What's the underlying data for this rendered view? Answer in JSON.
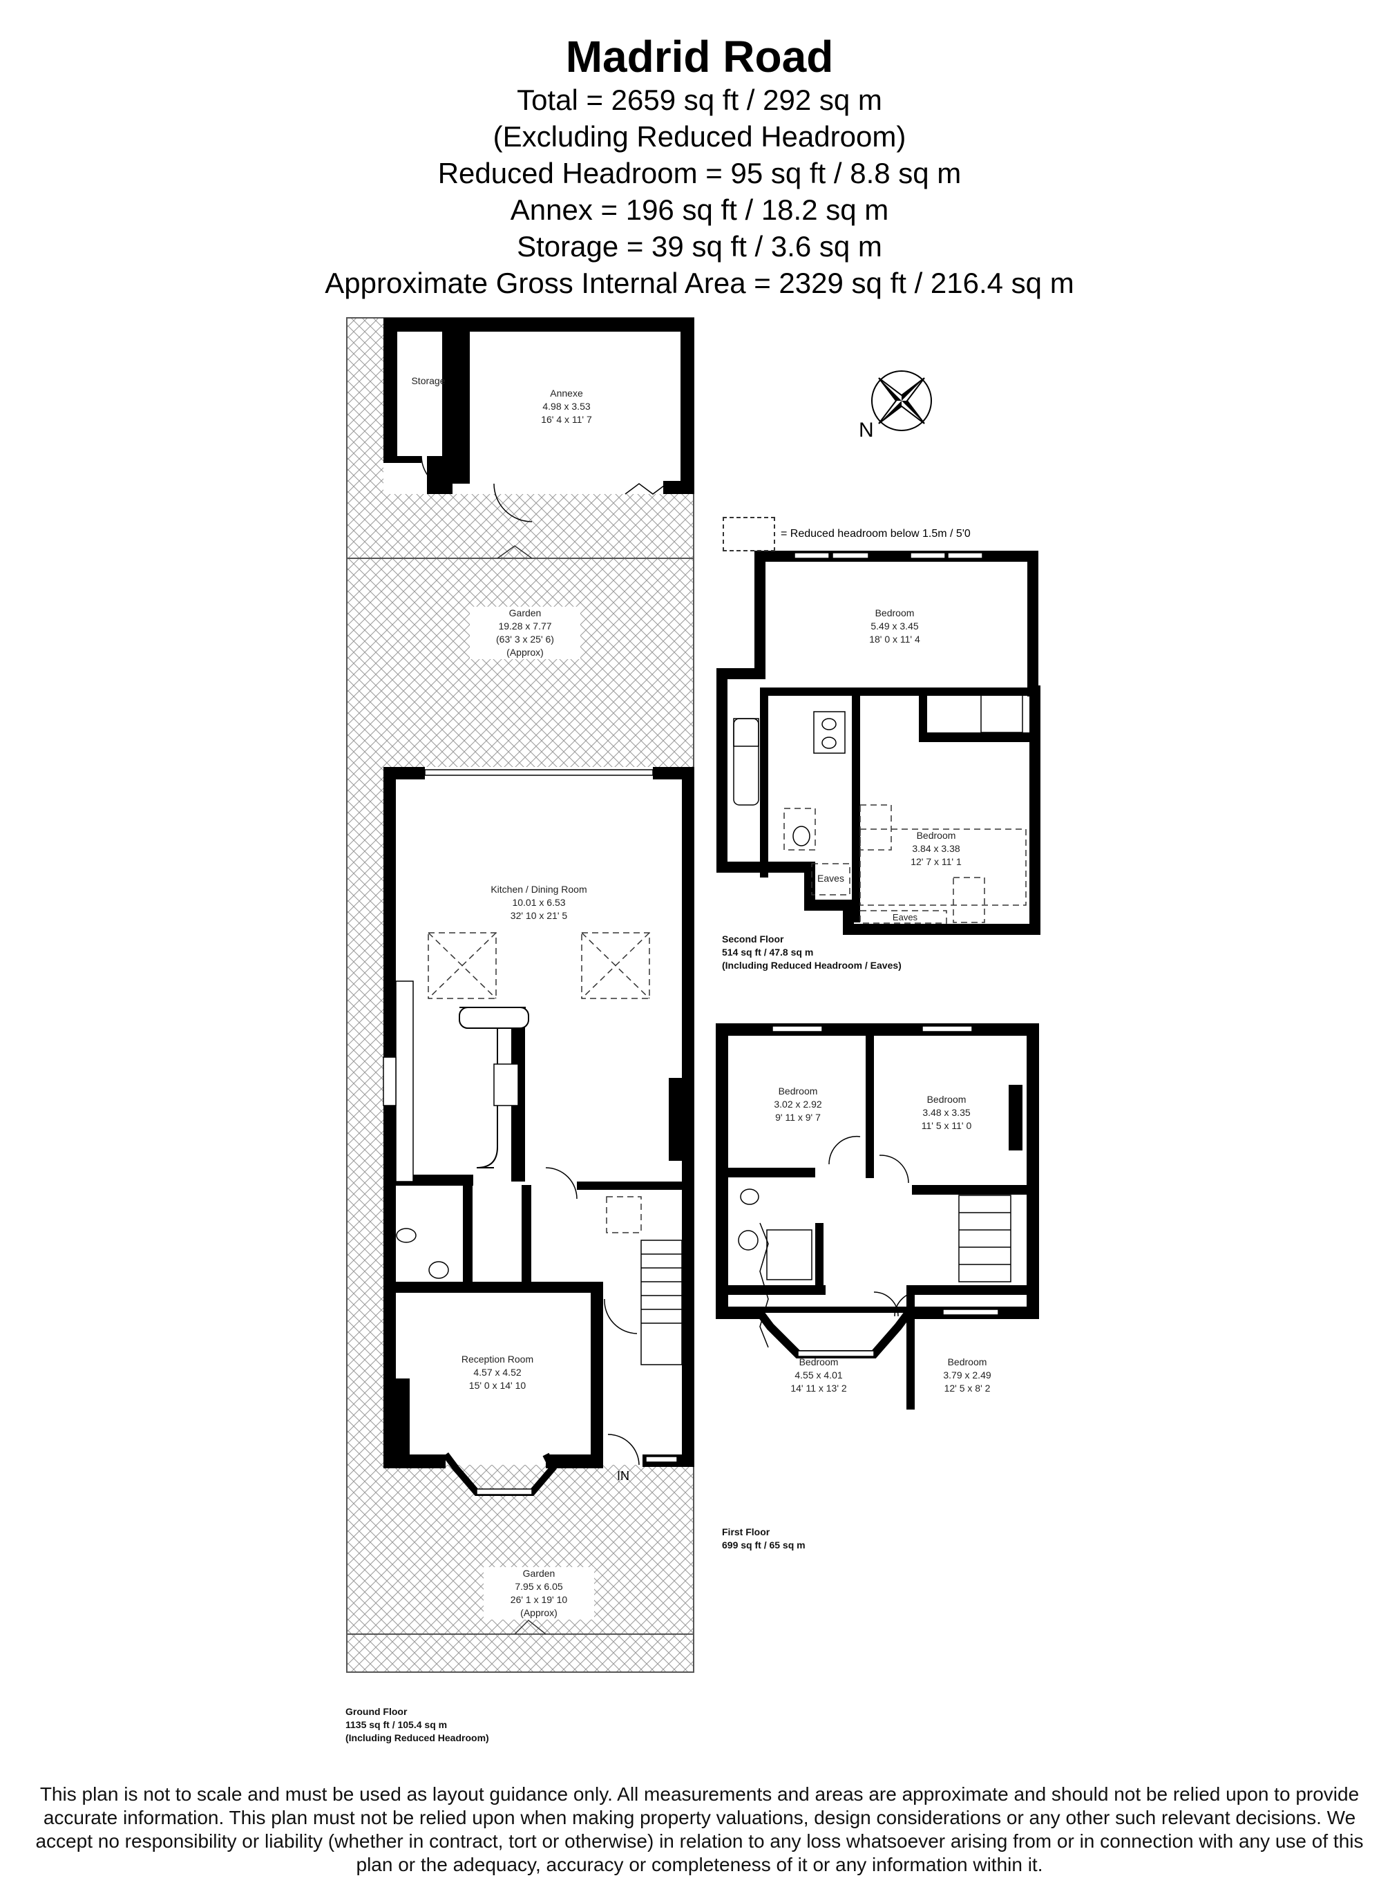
{
  "header": {
    "title": "Madrid Road",
    "stats": [
      "Total = 2659 sq ft / 292 sq m",
      "(Excluding Reduced Headroom)",
      "Reduced Headroom = 95 sq ft / 8.8 sq m",
      "Annex = 196 sq ft / 18.2 sq m",
      "Storage = 39 sq ft / 3.6 sq m",
      "Approximate Gross Internal Area = 2329 sq ft / 216.4 sq m"
    ]
  },
  "legend": {
    "reduced_headroom": "= Reduced headroom below 1.5m / 5'0"
  },
  "compass": {
    "north_label": "N"
  },
  "ground_floor": {
    "caption": {
      "name": "Ground Floor",
      "area": "1135 sq ft / 105.4 sq m",
      "note": "(Including Reduced Headroom)"
    },
    "entrance_label": "IN",
    "rooms": [
      {
        "name": "Storage",
        "metric": "",
        "imperial": "",
        "extra": ""
      },
      {
        "name": "Annexe",
        "metric": "4.98 x 3.53",
        "imperial": "16' 4 x 11' 7",
        "extra": ""
      },
      {
        "name": "Garden",
        "metric": "19.28 x 7.77",
        "imperial": "(63' 3 x 25' 6)",
        "extra": "(Approx)"
      },
      {
        "name": "Kitchen / Dining Room",
        "metric": "10.01 x 6.53",
        "imperial": "32' 10 x 21' 5",
        "extra": ""
      },
      {
        "name": "Reception Room",
        "metric": "4.57 x 4.52",
        "imperial": "15' 0 x 14' 10",
        "extra": ""
      },
      {
        "name": "Garden",
        "metric": "7.95 x 6.05",
        "imperial": "26' 1 x 19' 10",
        "extra": "(Approx)"
      }
    ]
  },
  "first_floor": {
    "caption": {
      "name": "First Floor",
      "area": "699 sq ft / 65 sq m"
    },
    "rooms": [
      {
        "name": "Bedroom",
        "metric": "3.02 x 2.92",
        "imperial": "9' 11 x 9' 7"
      },
      {
        "name": "Bedroom",
        "metric": "3.48 x 3.35",
        "imperial": "11' 5 x 11' 0"
      },
      {
        "name": "Bedroom",
        "metric": "4.55 x 4.01",
        "imperial": "14' 11 x 13' 2"
      },
      {
        "name": "Bedroom",
        "metric": "3.79 x 2.49",
        "imperial": "12' 5 x 8' 2"
      }
    ]
  },
  "second_floor": {
    "caption": {
      "name": "Second Floor",
      "area": "514 sq ft / 47.8 sq m",
      "note": "(Including Reduced Headroom / Eaves)"
    },
    "rooms": [
      {
        "name": "Bedroom",
        "metric": "5.49 x 3.45",
        "imperial": "18' 0 x 11' 4"
      },
      {
        "name": "Bedroom",
        "metric": "3.84 x 3.38",
        "imperial": "12' 7 x 11' 1"
      },
      {
        "name": "Eaves",
        "metric": "",
        "imperial": ""
      },
      {
        "name": "Eaves",
        "metric": "",
        "imperial": ""
      }
    ]
  },
  "disclaimer": "This plan is not to scale and must be used as layout guidance only. All measurements and areas are approximate and should not be relied upon to provide accurate information. This plan must not be relied upon when making property valuations, design considerations or any other such relevant decisions. We accept no responsibility or liability (whether in contract, tort or otherwise) in relation to any loss whatsoever arising from or in connection with any use of this plan or the adequacy, accuracy or completeness of it or any information within it."
}
